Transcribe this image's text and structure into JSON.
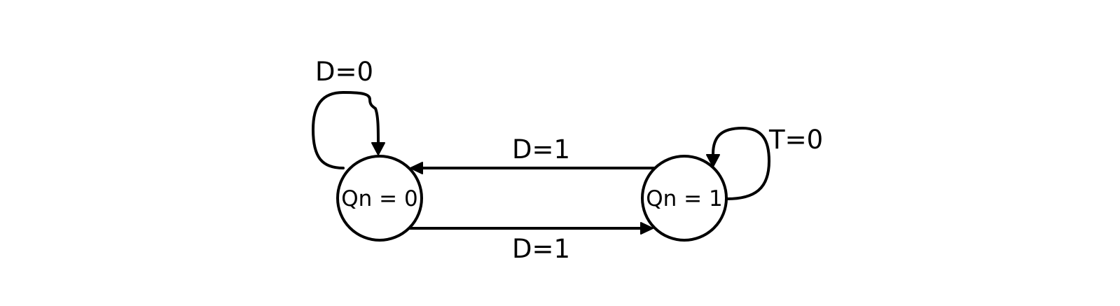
{
  "diagram": {
    "states": [
      {
        "id": "q0",
        "label": "Qn = 0"
      },
      {
        "id": "q1",
        "label": "Qn = 1"
      }
    ],
    "transitions": [
      {
        "from": "q0",
        "to": "q0",
        "label": "D=0"
      },
      {
        "from": "q1",
        "to": "q0",
        "label": "D=1"
      },
      {
        "from": "q0",
        "to": "q1",
        "label": "D=1"
      },
      {
        "from": "q1",
        "to": "q1",
        "label": "T=0"
      }
    ],
    "colors": {
      "stroke": "#000000",
      "background": "#ffffff"
    }
  }
}
